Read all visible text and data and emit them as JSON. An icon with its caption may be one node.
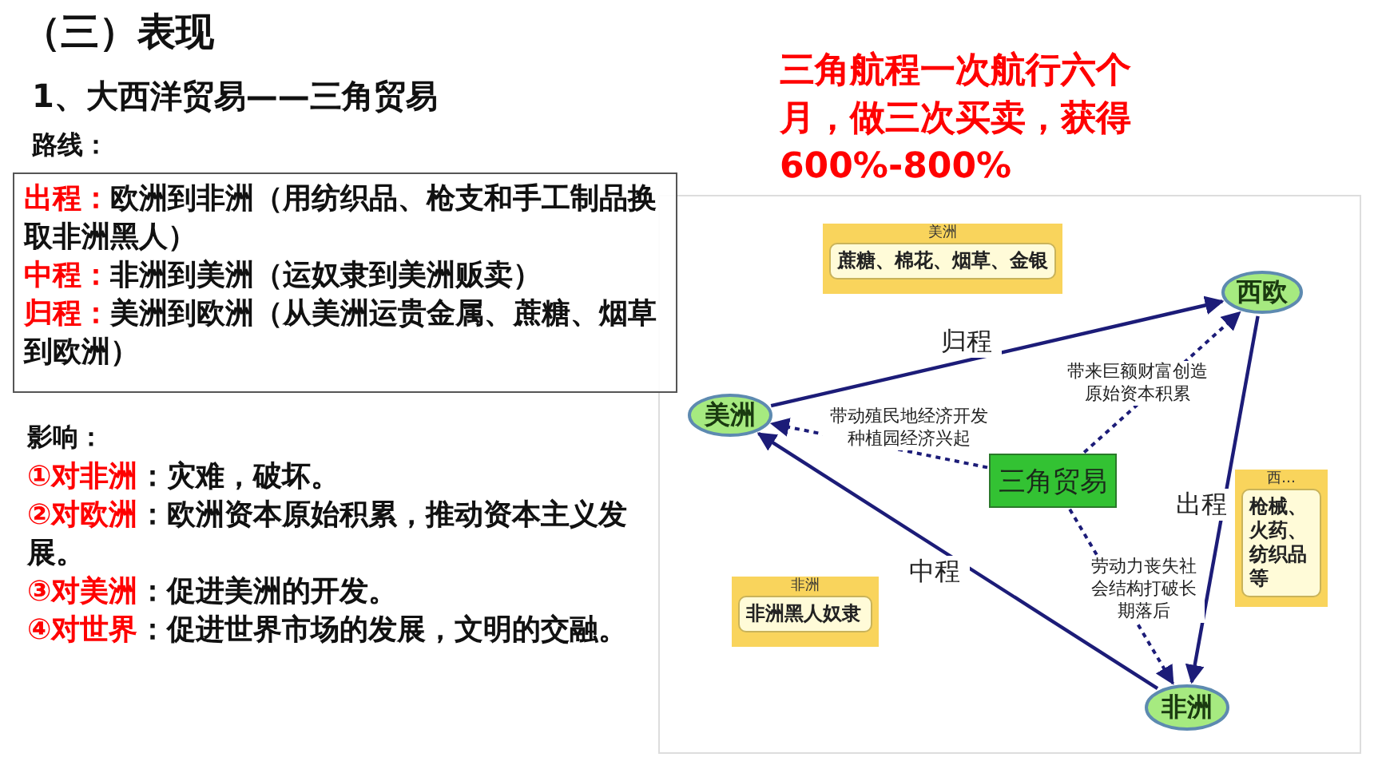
{
  "diagram": {
    "title": "（三）表现",
    "nodes": [
      {
        "text": [
          "出程：欧洲到非洲（用纺织品、枪支和手工制品换取非洲黑人）",
          "中程：非洲到美洲（运奴隶到美洲贩卖）",
          "归程：美洲到欧洲（从美洲运贵金属、蔗糖、烟草到欧洲）"
        ],
        "beside": [
          "路线："
        ]
      },
      {
        "text": [
          "美洲",
          "蔗糖、棉花、烟草、金银"
        ]
      },
      {
        "text": [
          "西欧"
        ]
      },
      {
        "text": [
          "美洲"
        ]
      },
      {
        "text": [
          "三角贸易"
        ]
      },
      {
        "text": [
          "西…",
          "枪械、火药、纺织品等"
        ]
      },
      {
        "text": [
          "非洲",
          "非洲黑人奴隶"
        ]
      },
      {
        "text": [
          "非洲"
        ]
      }
    ],
    "edges": [
      {
        "from": 3,
        "to": 2,
        "arrow": "to",
        "label": "归程"
      },
      {
        "from": 2,
        "to": 7,
        "arrow": "to",
        "label": "出程"
      },
      {
        "from": 7,
        "to": 3,
        "arrow": "to",
        "label": "中程"
      },
      {
        "from": 4,
        "to": 3,
        "arrow": "to",
        "label": "带动殖民地经济开发种植园经济兴起",
        "style": "dashed"
      },
      {
        "from": 4,
        "to": 2,
        "arrow": "to",
        "label": "带来巨额财富创造原始资本积累",
        "style": "dashed"
      },
      {
        "from": 4,
        "to": 7,
        "arrow": "to",
        "label": "劳动力丧失社会结构打破长期落后",
        "style": "dashed"
      }
    ],
    "labels": [
      "1、大西洋贸易——三角贸易",
      "三角航程一次航行六个月，做三次买卖，获得600%-800%",
      "影响：",
      "①对非洲：灾难，破坏。",
      "②对欧洲：欧洲资本原始积累，推动资本主义发展。",
      "③对美洲：促进美洲的开发。",
      "④对世界：促进世界市场的发展，文明的交融。"
    ]
  }
}
